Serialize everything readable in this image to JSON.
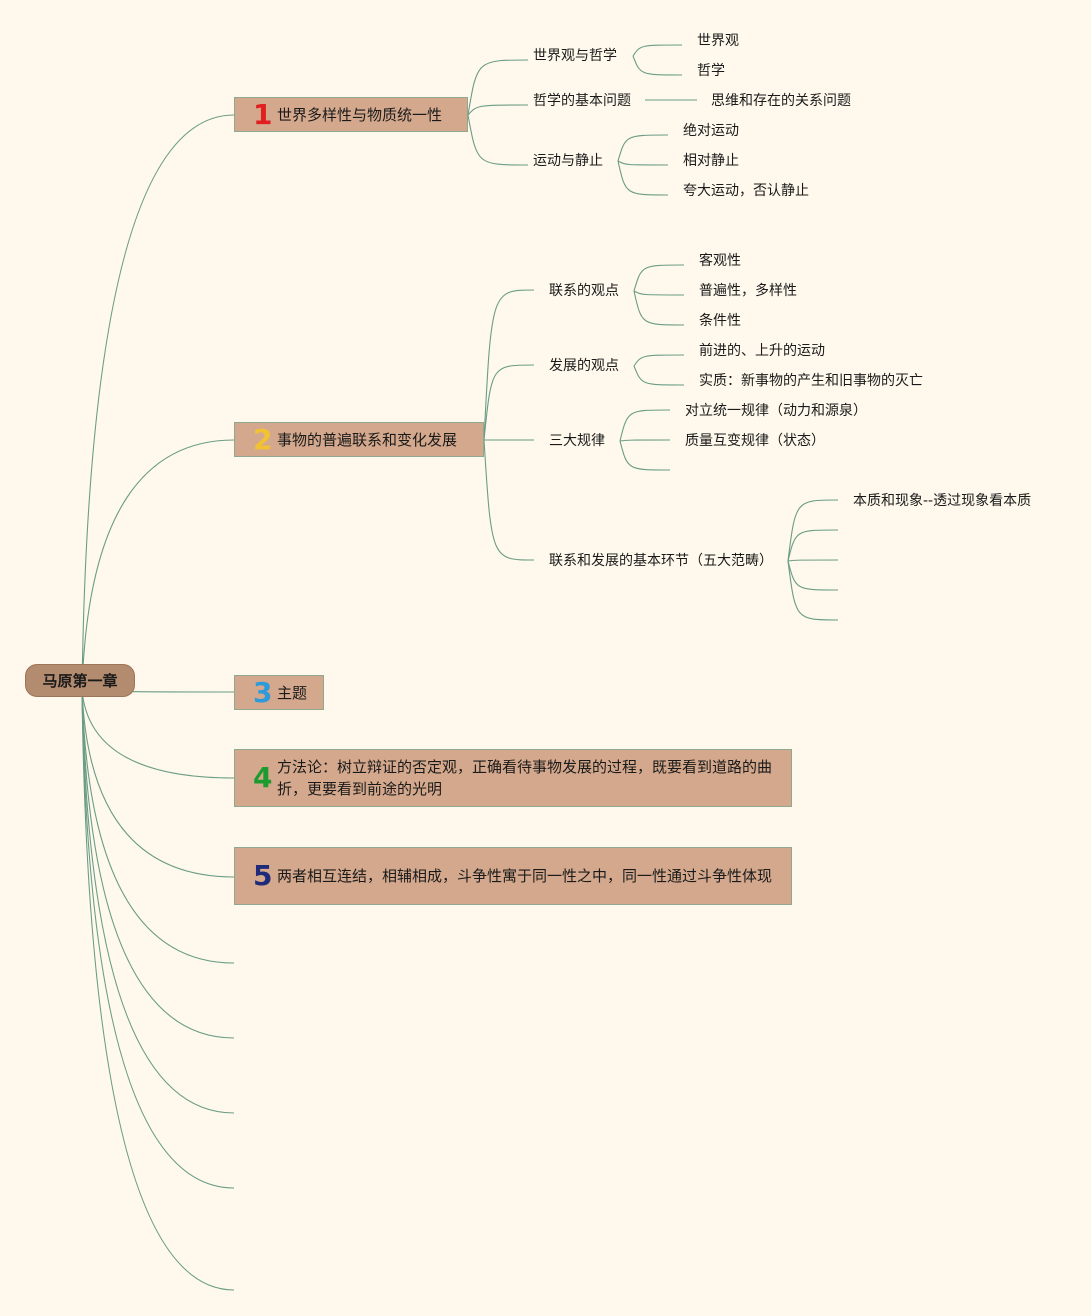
{
  "root": {
    "label": "马原第一章"
  },
  "topics": [
    {
      "num": "1",
      "num_color": "#e02020",
      "label": "世界多样性与物质统一性"
    },
    {
      "num": "2",
      "num_color": "#f3c234",
      "label": "事物的普遍联系和变化发展"
    },
    {
      "num": "3",
      "num_color": "#2f9ad9",
      "label": "主题"
    },
    {
      "num": "4",
      "num_color": "#1e9b2e",
      "label": "方法论：树立辩证的否定观，正确看待事物发展的过程，既要看到道路的曲折，更要看到前途的光明"
    },
    {
      "num": "5",
      "num_color": "#1f2a7a",
      "label": "两者相互连结，相辅相成，斗争性寓于同一性之中，同一性通过斗争性体现"
    }
  ],
  "topic1": {
    "branches": [
      {
        "label": "世界观与哲学",
        "children": [
          "世界观",
          "哲学"
        ]
      },
      {
        "label": "哲学的基本问题",
        "children": [
          "思维和存在的关系问题"
        ]
      },
      {
        "label": "运动与静止",
        "children": [
          "绝对运动",
          "相对静止",
          "夸大运动，否认静止"
        ]
      }
    ]
  },
  "topic2": {
    "branches": [
      {
        "label": "联系的观点",
        "children": [
          "客观性",
          "普遍性，多样性",
          "条件性"
        ]
      },
      {
        "label": "发展的观点",
        "children": [
          "前进的、上升的运动",
          "实质：新事物的产生和旧事物的灭亡"
        ]
      },
      {
        "label": "三大规律",
        "children": [
          "对立统一规律（动力和源泉）",
          "质量互变规律（状态）"
        ]
      },
      {
        "label": "联系和发展的基本环节（五大范畴）",
        "children": [
          "本质和现象--透过现象看本质"
        ]
      }
    ]
  },
  "colors": {
    "background": "#fef9ec",
    "link": "#6b9c86",
    "topic_fill": "#d4a88c",
    "root_fill": "#b38b6e"
  }
}
